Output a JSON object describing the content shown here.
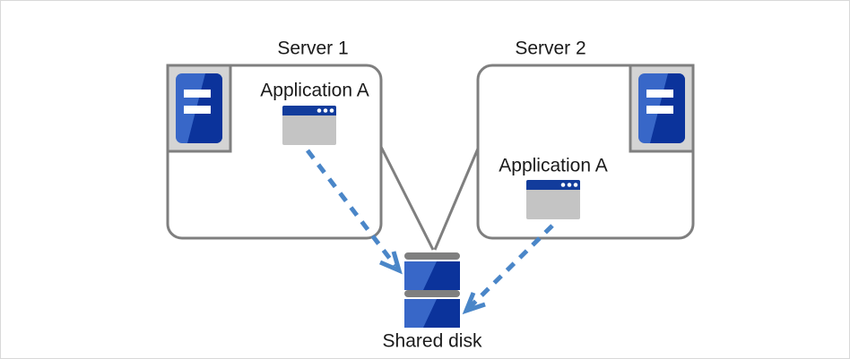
{
  "diagram": {
    "title_alt": "Shared-disk cluster with two servers",
    "colors": {
      "box_border": "#7f7f7f",
      "connector_line": "#7f7f7f",
      "arrow_blue": "#4a86c8",
      "server_icon_light_blue": "#3867c8",
      "server_icon_dark_blue": "#0b339b",
      "server_icon_frame": "#d4d4d4",
      "server_icon_frame_border": "#7f7f7f",
      "app_titlebar": "#123c9c",
      "app_body": "#c4c4c4",
      "disk_light_blue": "#3867c8",
      "disk_dark_blue": "#0b339b",
      "disk_bar_gray": "#7f7f7f",
      "text": "#1a1a1a",
      "page_border": "#d9d9d9",
      "background": "#ffffff"
    },
    "nodes": [
      {
        "id": "server-1",
        "label": "Server 1",
        "app_label": "Application A",
        "icon": "server-icon",
        "app_icon": "application-window-icon"
      },
      {
        "id": "server-2",
        "label": "Server 2",
        "app_label": "Application A",
        "icon": "server-icon",
        "app_icon": "application-window-icon"
      }
    ],
    "storage": {
      "id": "shared-disk",
      "label": "Shared disk",
      "icon": "disk-stack-icon",
      "block_count": 2
    },
    "connections": [
      {
        "from": "server-1",
        "to": "shared-disk",
        "style": "solid",
        "arrow": false
      },
      {
        "from": "server-2",
        "to": "shared-disk",
        "style": "solid",
        "arrow": false
      },
      {
        "from": "server-1-application-a",
        "to": "shared-disk",
        "style": "dashed",
        "arrow": true
      },
      {
        "from": "server-2-application-a",
        "to": "shared-disk",
        "style": "dashed",
        "arrow": true
      }
    ]
  }
}
